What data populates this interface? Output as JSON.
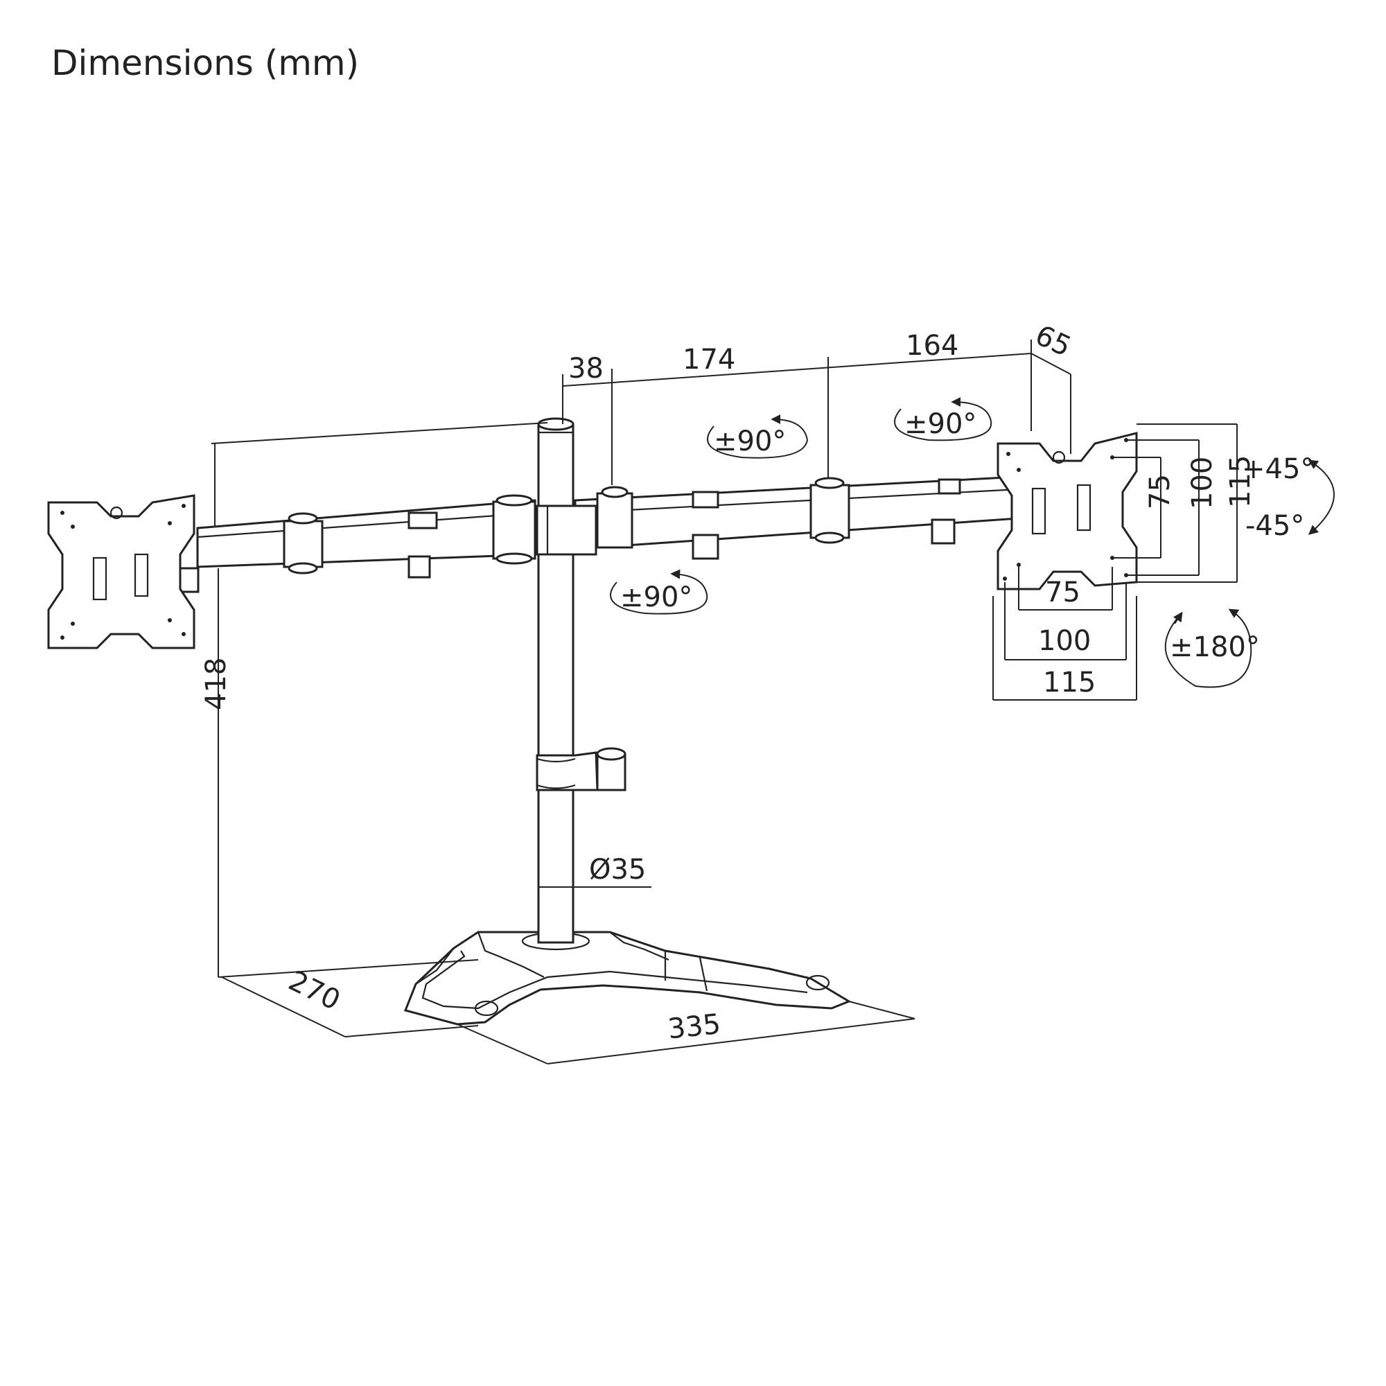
{
  "title": "Dimensions (mm)",
  "dimensions": {
    "post_offset": "38",
    "inner_arm": "174",
    "outer_arm": "164",
    "plate_offset": "65",
    "height": "418",
    "pole_diameter": "Ø35",
    "base_depth": "270",
    "base_width": "335",
    "vesa_h_small": "75",
    "vesa_h_medium": "100",
    "vesa_h_large": "115",
    "vesa_v_small": "75",
    "vesa_v_medium": "100",
    "vesa_v_large": "115"
  },
  "rotations": {
    "swivel_outer": "±90°",
    "swivel_middle": "±90°",
    "swivel_inner": "±90°",
    "tilt_up": "+45°",
    "tilt_down": "-45°",
    "rotate": "±180°"
  }
}
